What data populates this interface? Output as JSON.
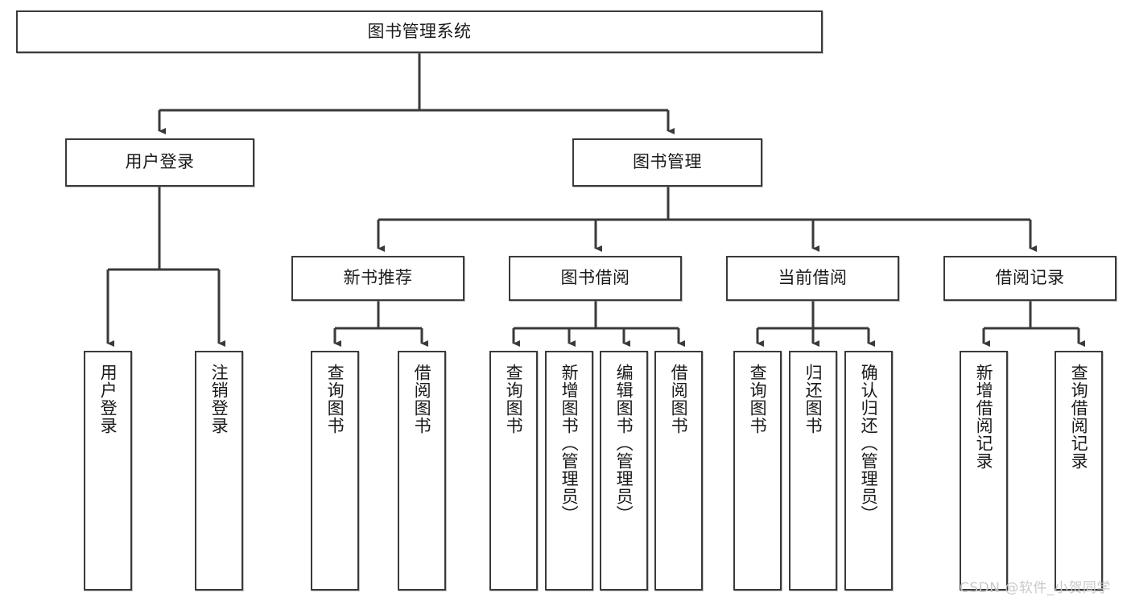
{
  "diagram": {
    "type": "hierarchy-tree",
    "title": "图书管理系统",
    "watermark": "CSDN @软件_小贺同学",
    "colors": {
      "box_border": "#3a3a3a",
      "box_fill": "#ffffff",
      "connector": "#3a3a3a",
      "text": "#1a1a1a",
      "watermark": "#c9c9c9",
      "background": "#ffffff"
    },
    "root": {
      "label": "图书管理系统"
    },
    "level2": [
      {
        "label": "用户登录"
      },
      {
        "label": "图书管理"
      }
    ],
    "level3": [
      {
        "label": "新书推荐"
      },
      {
        "label": "图书借阅"
      },
      {
        "label": "当前借阅"
      },
      {
        "label": "借阅记录"
      }
    ],
    "leaves": {
      "user_login": [
        {
          "label": "用户登录"
        },
        {
          "label": "注销登录"
        }
      ],
      "new_book_recommend": [
        {
          "label": "查询图书"
        },
        {
          "label": "借阅图书"
        }
      ],
      "book_borrow": [
        {
          "label": "查询图书"
        },
        {
          "label": "新增图书（管理员）"
        },
        {
          "label": "编辑图书（管理员）"
        },
        {
          "label": "借阅图书"
        }
      ],
      "current_borrow": [
        {
          "label": "查询图书"
        },
        {
          "label": "归还图书"
        },
        {
          "label": "确认归还（管理员）"
        }
      ],
      "borrow_record": [
        {
          "label": "新增借阅记录"
        },
        {
          "label": "查询借阅记录"
        }
      ]
    }
  }
}
